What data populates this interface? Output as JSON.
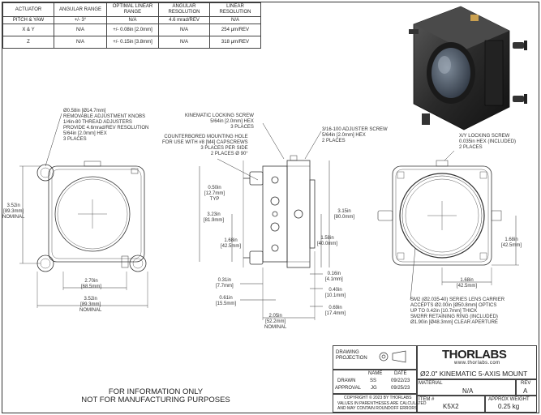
{
  "spec_table": {
    "headers": [
      "ACTUATOR",
      "ANGULAR RANGE",
      "OPTIMAL LINEAR RANGE",
      "ANGULAR RESOLUTION",
      "LINEAR RESOLUTION"
    ],
    "rows": [
      [
        "PITCH & YAW",
        "+/- 3°",
        "N/A",
        "4.6 mrad/REV",
        "N/A"
      ],
      [
        "X & Y",
        "N/A",
        "+/- 0.08in [2.0mm]",
        "N/A",
        "254 μm/REV"
      ],
      [
        "Z",
        "N/A",
        "+/- 0.15in [3.8mm]",
        "N/A",
        "318 μm/REV"
      ]
    ]
  },
  "front_view": {
    "knob_note": [
      "Ø0.58in [Ø14.7mm]",
      "REMOVABLE ADJUSTMENT KNOBS",
      "1/4in-80 THREAD ADJUSTERS",
      "PROVIDE 4.6mrad/REV RESOLUTION",
      "5/64in [2.0mm] HEX",
      "3 PLACES"
    ],
    "height_dim": [
      "3.52in",
      "[89.3mm]",
      "NOMINAL"
    ],
    "width_inner": [
      "2.70in",
      "[68.5mm]"
    ],
    "width_outer": [
      "3.52in",
      "[89.3mm]",
      "NOMINAL"
    ]
  },
  "side_view": {
    "locking_note": [
      "KINEMATIC LOCKING SCREW",
      "5/64in [2.0mm] HEX",
      "3 PLACES"
    ],
    "mount_note": [
      "COUNTERBORED MOUNTING HOLE",
      "FOR USE WITH #8 [M4] CAPSCREWS",
      "3 PLACES PER SIDE",
      "2 PLACES Ø 90°"
    ],
    "dim_050": [
      "0.50in",
      "[12.7mm]",
      "TYP"
    ],
    "dim_323": [
      "3.23in",
      "[81.9mm]"
    ],
    "dim_168": [
      "1.68in",
      "[42.5mm]"
    ],
    "dim_031": [
      "0.31in",
      "[7.7mm]"
    ],
    "dim_061": [
      "0.61in",
      "[15.5mm]"
    ],
    "dim_205": [
      "2.05in",
      "[52.2mm]",
      "NOMINAL"
    ],
    "adjuster_note": [
      "3/16-100 ADJUSTER SCREW",
      "5/64in [2.0mm] HEX",
      "2 PLACES"
    ],
    "dim_315": [
      "3.15in",
      "[80.0mm]"
    ],
    "dim_158": [
      "1.58in",
      "[40.0mm]"
    ],
    "dim_016": [
      "0.16in",
      "[4.1mm]"
    ],
    "dim_040": [
      "0.40in",
      "[10.1mm]"
    ],
    "dim_069": [
      "0.69in",
      "[17.4mm]"
    ]
  },
  "rear_view": {
    "xy_note": [
      "X/Y LOCKING SCREW",
      "0.035in HEX (INCLUDED)",
      "2 PLACES"
    ],
    "dim_168v": [
      "1.68in",
      "[42.5mm]"
    ],
    "dim_168h": [
      "1.68in",
      "[42.5mm]"
    ],
    "lens_note": [
      "SM2 (Ø2.035-40) SERIES LENS CARRIER",
      "ACCEPTS Ø2.00in [Ø50.8mm] OPTICS",
      "UP TO 0.42in [10.7mm] THICK",
      "SM2RR RETAINING RING (INCLUDED)",
      "Ø1.90in [Ø48.3mm] CLEAR APERTURE"
    ]
  },
  "notice": [
    "FOR INFORMATION ONLY",
    "NOT FOR MANUFACTURING PURPOSES"
  ],
  "title_block": {
    "projection_label": [
      "DRAWING",
      "PROJECTION"
    ],
    "name_header": "NAME",
    "date_header": "DATE",
    "drawn_label": "DRAWN",
    "drawn_name": "SS",
    "drawn_date": "09/22/23",
    "approval_label": "APPROVAL",
    "approval_name": "JG",
    "approval_date": "09/25/23",
    "copyright": "COPYRIGHT © 2023 BY THORLABS",
    "values_note": [
      "VALUES IN PARENTHESES ARE CALCULATED",
      "AND MAY CONTAIN ROUNDOFF ERRORS"
    ],
    "logo": "THORLABS",
    "website": "www.thorlabs.com",
    "title": "Ø2.0\" KINEMATIC 5-AXIS MOUNT",
    "material_label": "MATERIAL",
    "material": "N/A",
    "rev_label": "REV",
    "rev": "A",
    "item_label": "ITEM #",
    "item": "K5X2",
    "weight_label": "APPROX WEIGHT",
    "weight": "0.25 kg"
  }
}
